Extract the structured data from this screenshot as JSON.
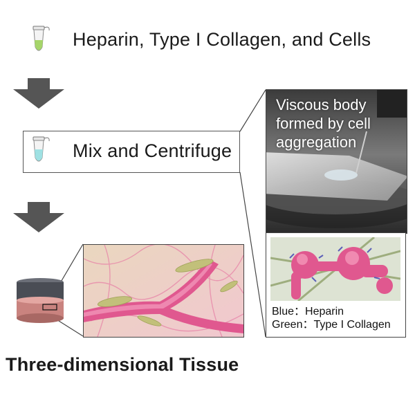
{
  "steps": [
    {
      "label": "Heparin, Type I Collagen, and Cells"
    },
    {
      "label": "Mix and Centrifuge"
    }
  ],
  "photo": {
    "caption_lines": [
      "Viscous body",
      "formed by cell",
      "aggregation"
    ]
  },
  "legend": {
    "blue": "Blue：Heparin",
    "green": "Green：Type I Collagen"
  },
  "result": {
    "title": "Three-dimensional Tissue"
  },
  "colors": {
    "arrow": "#555555",
    "tissue_pink": "#e0588f",
    "collagen_green": "#8fa06a",
    "heparin_blue": "#5b5fb8",
    "tube_fill_step1": "#a6d56a",
    "tube_fill_step2": "#9fe1e3"
  }
}
